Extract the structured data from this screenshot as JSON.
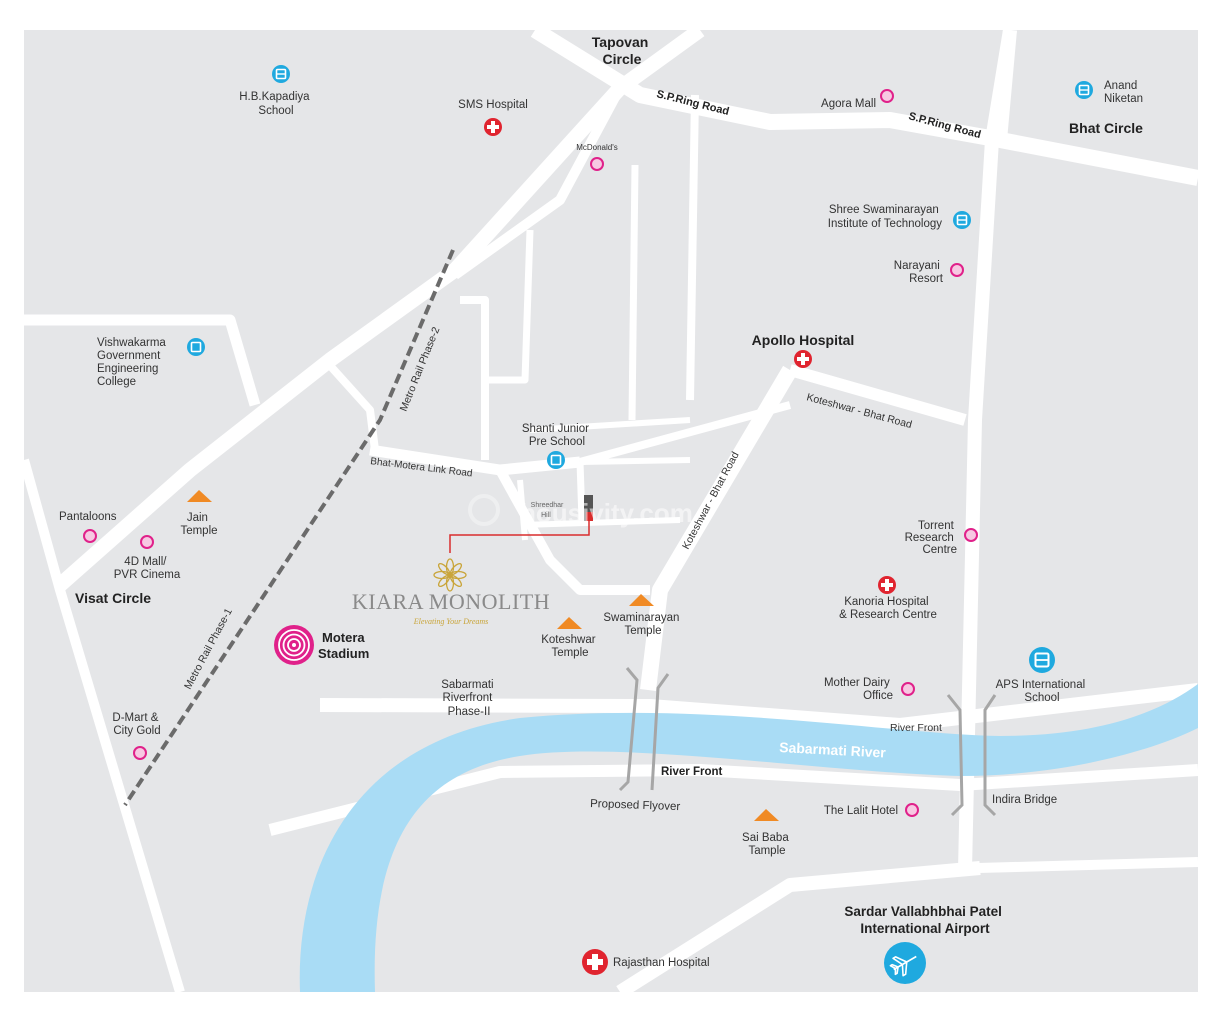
{
  "colors": {
    "land": "#e5e6e8",
    "road": "#ffffff",
    "river": "#a9dcf5",
    "school": "#1fa9df",
    "leisure": "#e0218a",
    "hospital": "#e0242f",
    "temple": "#f08a24",
    "rail": "#6b6b6b",
    "marker": "#d92d2d",
    "brand": "#8a8a8a",
    "gold": "#c9a53a",
    "airport": "#1fa9df"
  },
  "areas": {
    "tapovan_circle": [
      "Tapovan",
      "Circle"
    ],
    "bhat_circle": "Bhat Circle",
    "visat_circle": "Visat Circle"
  },
  "roads": {
    "sp_ring_road_1": "S.P.Ring Road",
    "sp_ring_road_2": "S.P.Ring Road",
    "koteshwar_bhat_road_1": "Koteshwar - Bhat Road",
    "koteshwar_bhat_road_2": "Koteshwar - Bhat Road",
    "bhat_motera_link_road": "Bhat-Motera Link Road",
    "metro_phase_2": "Metro Rail Phase-2",
    "metro_phase_1": "Metro Rail Phase-1",
    "river_front_north": "River Front",
    "river_front_south": "River Front",
    "proposed_flyover": "Proposed Flyover",
    "indira_bridge": "Indira Bridge"
  },
  "river": {
    "name": "Sabarmati River"
  },
  "schools": {
    "hb_kapadiya": [
      "H.B.Kapadiya",
      "School"
    ],
    "anand_niketan": [
      "Anand",
      "Niketan"
    ],
    "shree_swaminarayan": [
      "Shree Swaminarayan",
      "Institute of Technology"
    ],
    "vishwakarma": [
      "Vishwakarma",
      "Government",
      "Engineering",
      "College"
    ],
    "shanti_junior": [
      "Shanti Junior",
      "Pre School"
    ],
    "aps_international": [
      "APS International",
      "School"
    ]
  },
  "hospitals": {
    "sms": "SMS Hospital",
    "apollo": "Apollo Hospital",
    "kanoria": [
      "Kanoria Hospital",
      "& Research Centre"
    ],
    "rajasthan": "Rajasthan Hospital"
  },
  "leisure": {
    "mcdonalds": "McDonald's",
    "agora_mall": "Agora Mall",
    "narayani": [
      "Narayani",
      "Resort"
    ],
    "pantaloons": "Pantaloons",
    "pvr": [
      "4D Mall/",
      "PVR Cinema"
    ],
    "dmart": [
      "D-Mart &",
      "City Gold"
    ],
    "torrent": [
      "Torrent",
      "Research",
      "Centre"
    ],
    "mother_dairy": [
      "Mother Dairy",
      "Office"
    ],
    "lalit": "The Lalit Hotel"
  },
  "temples": {
    "jain": [
      "Jain",
      "Temple"
    ],
    "koteshwar": [
      "Koteshwar",
      "Temple"
    ],
    "swaminarayan": [
      "Swaminarayan",
      "Temple"
    ],
    "sai_baba": [
      "Sai Baba",
      "Tample"
    ]
  },
  "landmarks": {
    "motera": [
      "Motera",
      "Stadium"
    ],
    "riverfront_phase2": [
      "Sabarmati",
      "Riverfront",
      "Phase-II"
    ],
    "shreedhar_hill": [
      "Shreedhar",
      "Hill"
    ],
    "airport": [
      "Sardar Vallabhbhai Patel",
      "International Airport"
    ]
  },
  "project": {
    "name": "KIARA MONOLITH",
    "tagline": "Elevating Your Dreams"
  },
  "watermark": "housivity.com"
}
